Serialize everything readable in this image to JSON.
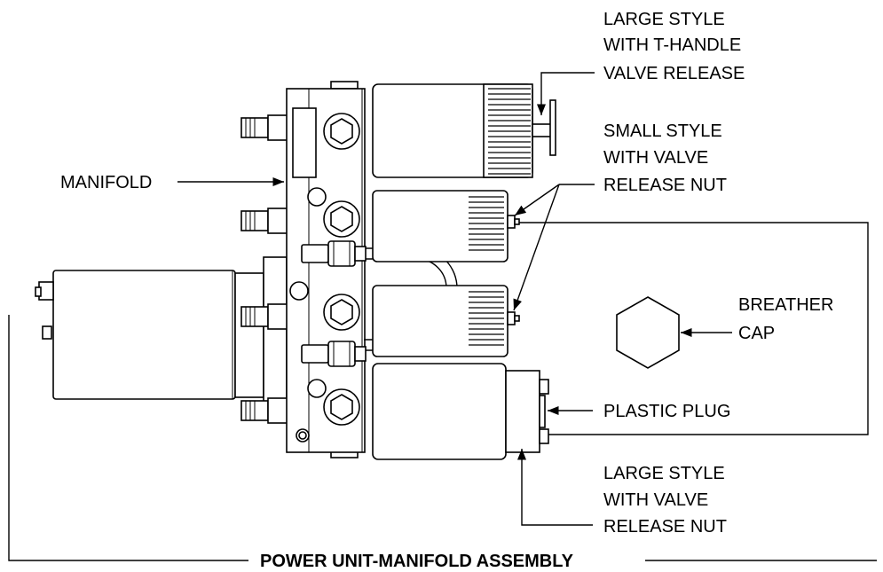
{
  "labels": {
    "large_t_handle": [
      "LARGE STYLE",
      "WITH T-HANDLE",
      "VALVE RELEASE"
    ],
    "small_style": [
      "SMALL STYLE",
      "WITH VALVE",
      "RELEASE NUT"
    ],
    "manifold": "MANIFOLD",
    "breather_cap": [
      "BREATHER",
      "CAP"
    ],
    "plastic_plug": "PLASTIC PLUG",
    "large_nut": [
      "LARGE STYLE",
      "WITH VALVE",
      "RELEASE NUT"
    ],
    "assembly_title": "POWER UNIT-MANIFOLD ASSEMBLY"
  }
}
